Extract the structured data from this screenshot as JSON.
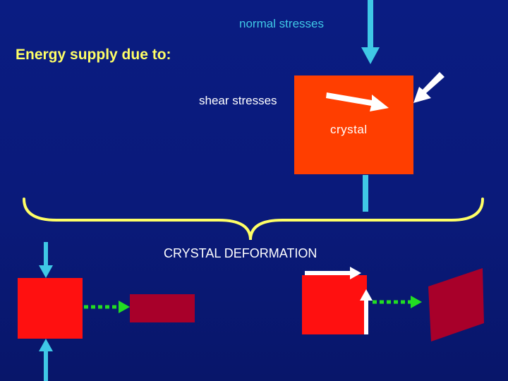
{
  "labels": {
    "title": "Energy supply due to:",
    "normal_stresses": "normal stresses",
    "shear_stresses": "shear stresses",
    "crystal": "crystal",
    "deformation": "CRYSTAL DEFORMATION"
  },
  "colors": {
    "background": "#0a1a7a",
    "crystal": "#ff3e00",
    "undeformed": "#ff1010",
    "deformed": "#a8002a",
    "normal_arrow": "#3fc8e6",
    "shear_arrow": "#ffffff",
    "brace": "#ffff66",
    "transition_arrow": "#22dd22"
  }
}
